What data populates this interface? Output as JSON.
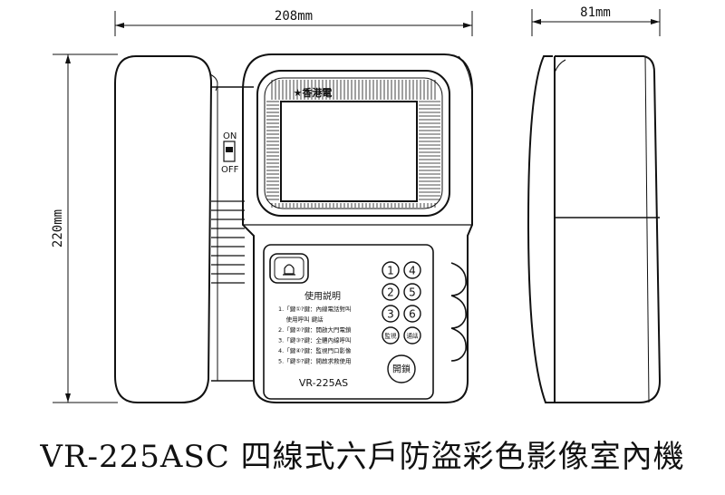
{
  "dimensions": {
    "width": "208mm",
    "depth": "81mm",
    "height": "220mm"
  },
  "switch": {
    "on_label": "ON",
    "off_label": "OFF"
  },
  "screen": {
    "brand_label": "★香港電"
  },
  "panel": {
    "instructions_title": "使用説明",
    "instructions": [
      "1.「鍵①?鍵：內線電話對叫",
      "　 使用呼叫 鍵話",
      "2.「鍵②?鍵：開啟大門電鎖",
      "3.「鍵③?鍵：全體內線呼叫",
      "4.「鍵④?鍵：監視門口影像",
      "5.「鍵⑤?鍵：開啟求救使用"
    ],
    "model_label": "VR-225AS",
    "keys": [
      "1",
      "4",
      "2",
      "5",
      "3",
      "6"
    ],
    "monitor_key": "監視",
    "talk_key": "通話",
    "unlock_key": "開鎖"
  },
  "caption": "VR-225ASC 四線式六戶防盜彩色影像室內機"
}
